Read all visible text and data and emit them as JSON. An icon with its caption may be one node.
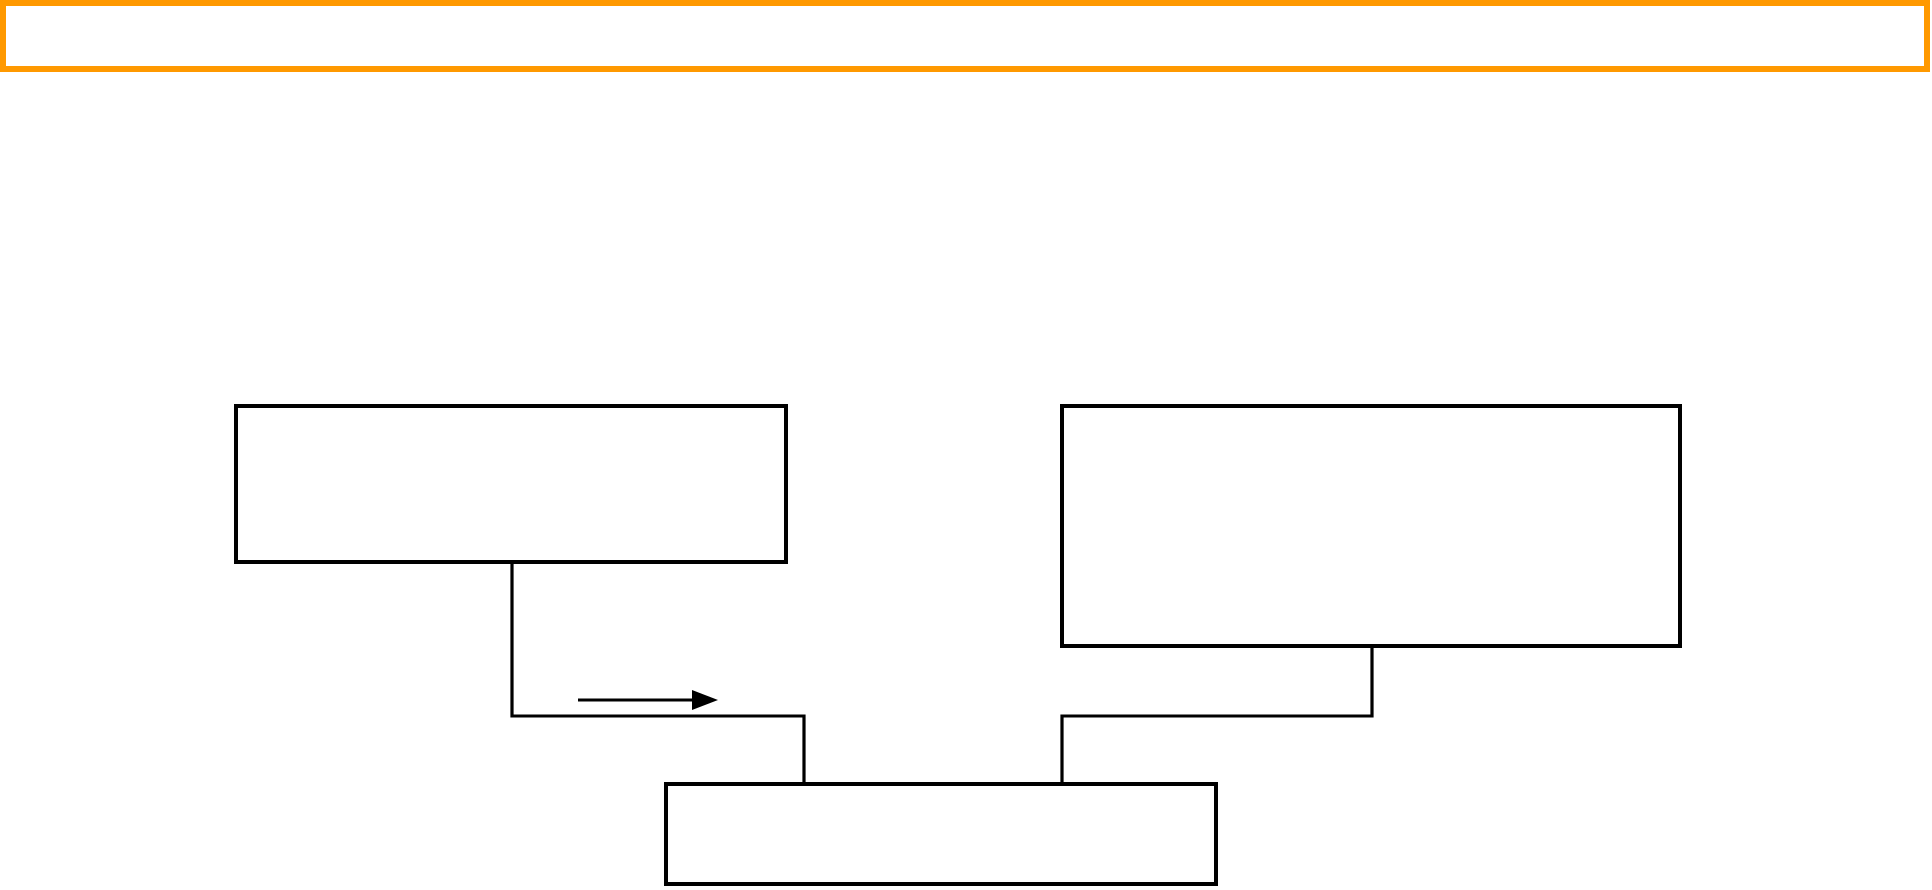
{
  "diagram": {
    "nodes": [
      {
        "text": [],
        "shape": "box"
      },
      {
        "text": [],
        "shape": "box"
      },
      {
        "text": [],
        "shape": "box"
      },
      {
        "text": [],
        "shape": "box"
      }
    ],
    "edges": [
      {
        "from": 1,
        "to": 3,
        "arrow": "none"
      },
      {
        "from": 2,
        "to": 3,
        "arrow": "none"
      }
    ]
  }
}
